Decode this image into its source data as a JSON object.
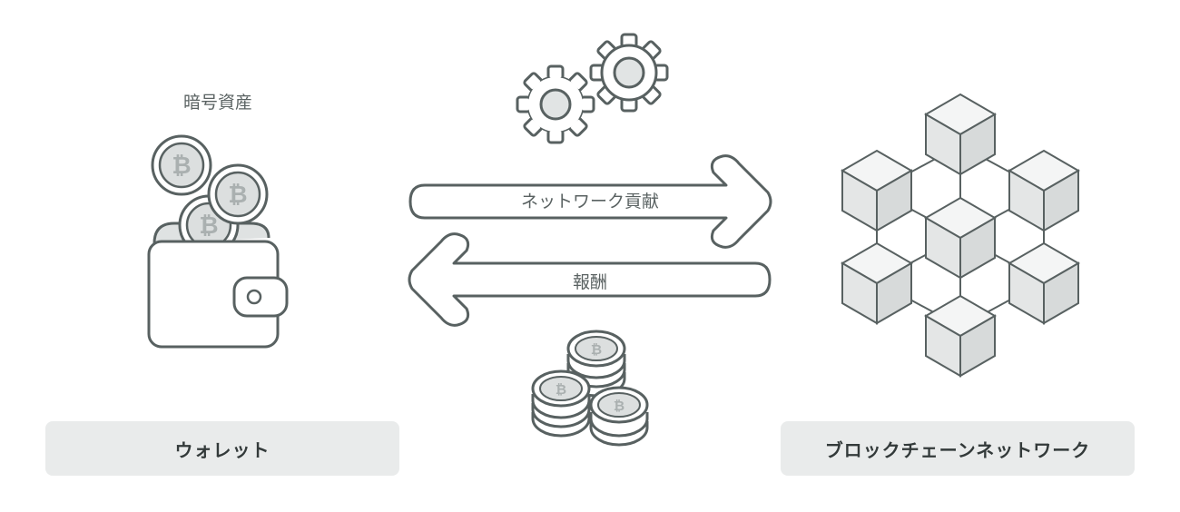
{
  "wallet": {
    "title": "暗号資産",
    "label": "ウォレット"
  },
  "network": {
    "label": "ブロックチェーンネットワーク"
  },
  "flows": {
    "contribution": "ネットワーク貢献",
    "reward": "報酬"
  },
  "icons": {
    "wallet": "wallet-icon",
    "coin": "bitcoin-coin-icon",
    "gears": "gears-icon",
    "coin_stack": "coin-stack-icon",
    "blockchain": "cube-network-icon"
  },
  "colors": {
    "stroke": "#586161",
    "fill_light": "#e6e8e8",
    "fill_face_top": "#f4f5f5",
    "fill_face_side": "#dadddd",
    "label_bg": "#e9ebeb",
    "text": "#333a3a"
  }
}
